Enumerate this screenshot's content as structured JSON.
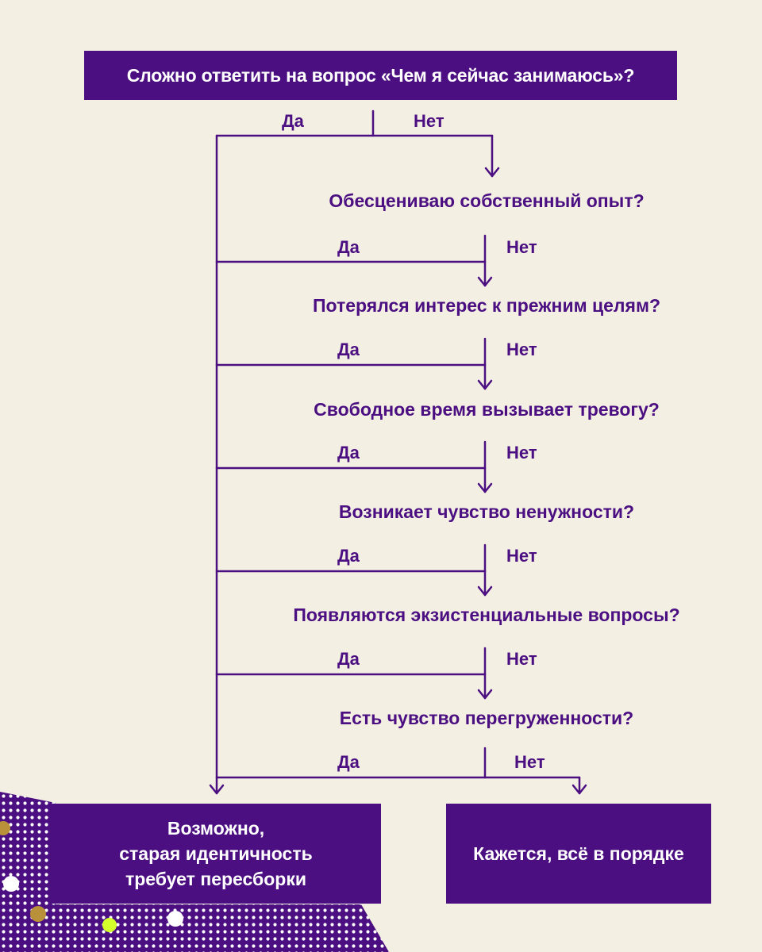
{
  "start_question": "Сложно ответить на вопрос «Чем я сейчас занимаюсь»?",
  "yes_label": "Да",
  "no_label": "Нет",
  "questions": [
    "Обесцениваю собственный опыт?",
    "Потерялся интерес к прежним целям?",
    "Свободное время вызывает тревогу?",
    "Возникает чувство ненужности?",
    "Появляются экзистенциальные вопросы?",
    "Есть чувство перегруженности?"
  ],
  "result_yes": {
    "line1": "Возможно,",
    "line2": "старая идентичность",
    "line3": "требует пересборки"
  },
  "result_no": "Кажется, всё в порядке",
  "colors": {
    "background": "#f3f0e3",
    "accent": "#4b0f82",
    "box_text": "#ffffff",
    "dot_gold": "#b8913a",
    "dot_lime": "#d4ff2a"
  }
}
